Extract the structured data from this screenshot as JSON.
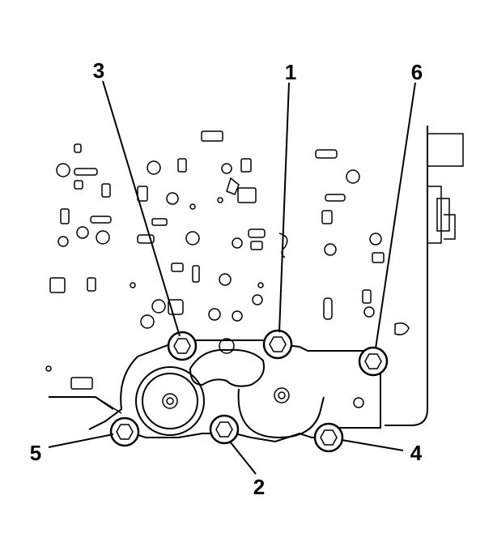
{
  "diagram": {
    "callouts": [
      {
        "id": "1",
        "label": "1"
      },
      {
        "id": "2",
        "label": "2"
      },
      {
        "id": "3",
        "label": "3"
      },
      {
        "id": "4",
        "label": "4"
      },
      {
        "id": "5",
        "label": "5"
      },
      {
        "id": "6",
        "label": "6"
      }
    ],
    "colors": {
      "ink": "#000000",
      "paper": "#ffffff"
    }
  }
}
